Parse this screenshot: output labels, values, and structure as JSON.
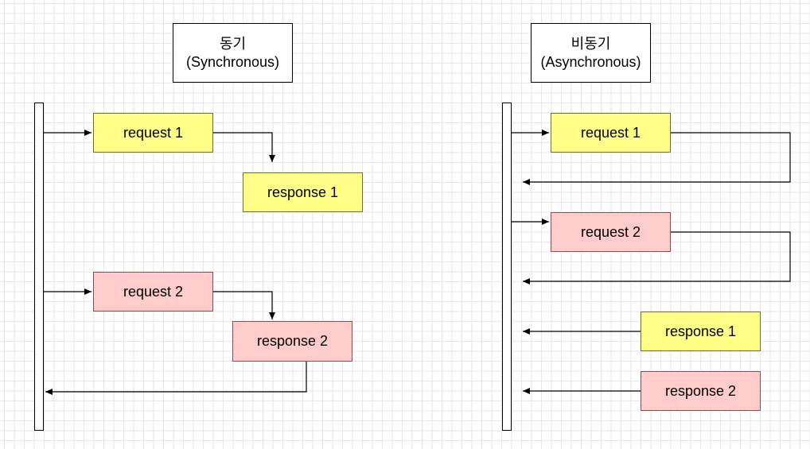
{
  "sync": {
    "title_ko": "동기",
    "title_en": "(Synchronous)",
    "request1": "request 1",
    "response1": "response 1",
    "request2": "request 2",
    "response2": "response 2"
  },
  "async": {
    "title_ko": "비동기",
    "title_en": "(Asynchronous)",
    "request1": "request 1",
    "request2": "request 2",
    "response1": "response 1",
    "response2": "response 2"
  },
  "colors": {
    "request1_fill": "#ffff88",
    "request2_fill": "#ffcccc",
    "line": "#000000",
    "grid": "#e6e6e6"
  }
}
